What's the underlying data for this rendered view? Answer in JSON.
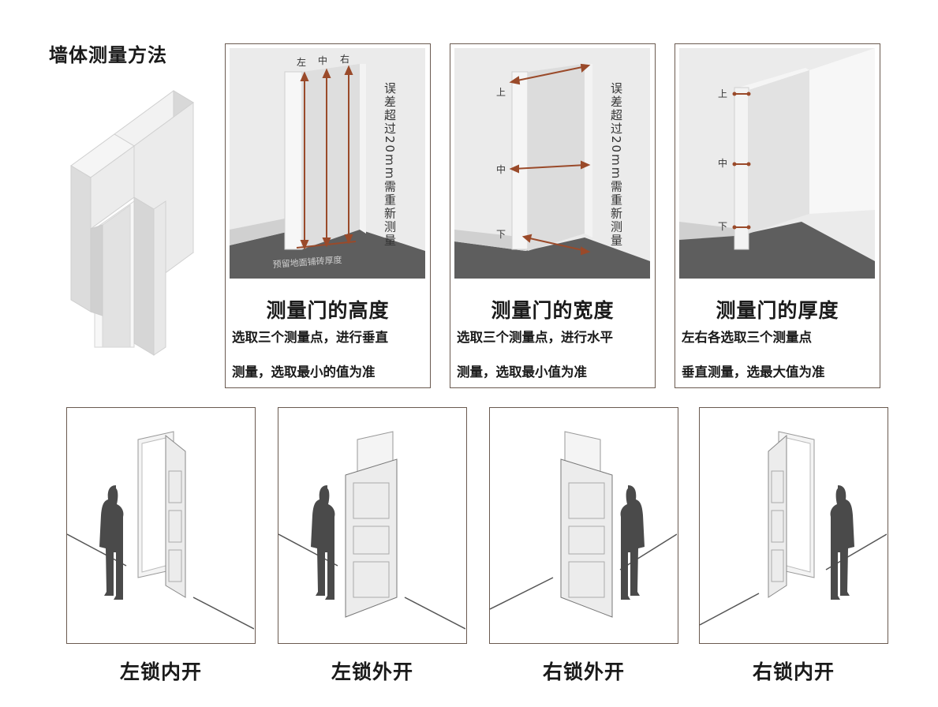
{
  "page_title": "墙体测量方法",
  "height_panel": {
    "labels": [
      "左",
      "中",
      "右"
    ],
    "note": "误差超过20mm需重新测量",
    "floor_note": "预留地面铺砖厚度",
    "title": "测量门的高度",
    "line1": "选取三个测量点，进行垂直",
    "line2": "测量，选取最小的值为准"
  },
  "width_panel": {
    "labels": [
      "上",
      "中",
      "下"
    ],
    "note": "误差超过20mm需重新测量",
    "title": "测量门的宽度",
    "line1": "选取三个测量点，进行水平",
    "line2": "测量，选取最小值为准"
  },
  "depth_panel": {
    "labels": [
      "上",
      "中",
      "下"
    ],
    "title": "测量门的厚度",
    "line1": "左右各选取三个测量点",
    "line2": "垂直测量，选最大值为准"
  },
  "door_types": [
    "左锁内开",
    "左锁外开",
    "右锁外开",
    "右锁内开"
  ],
  "colors": {
    "arrow": "#9a4a2a",
    "wall": "#e4e4e4",
    "floor": "#5e5e5e",
    "border": "#6a5a50"
  }
}
